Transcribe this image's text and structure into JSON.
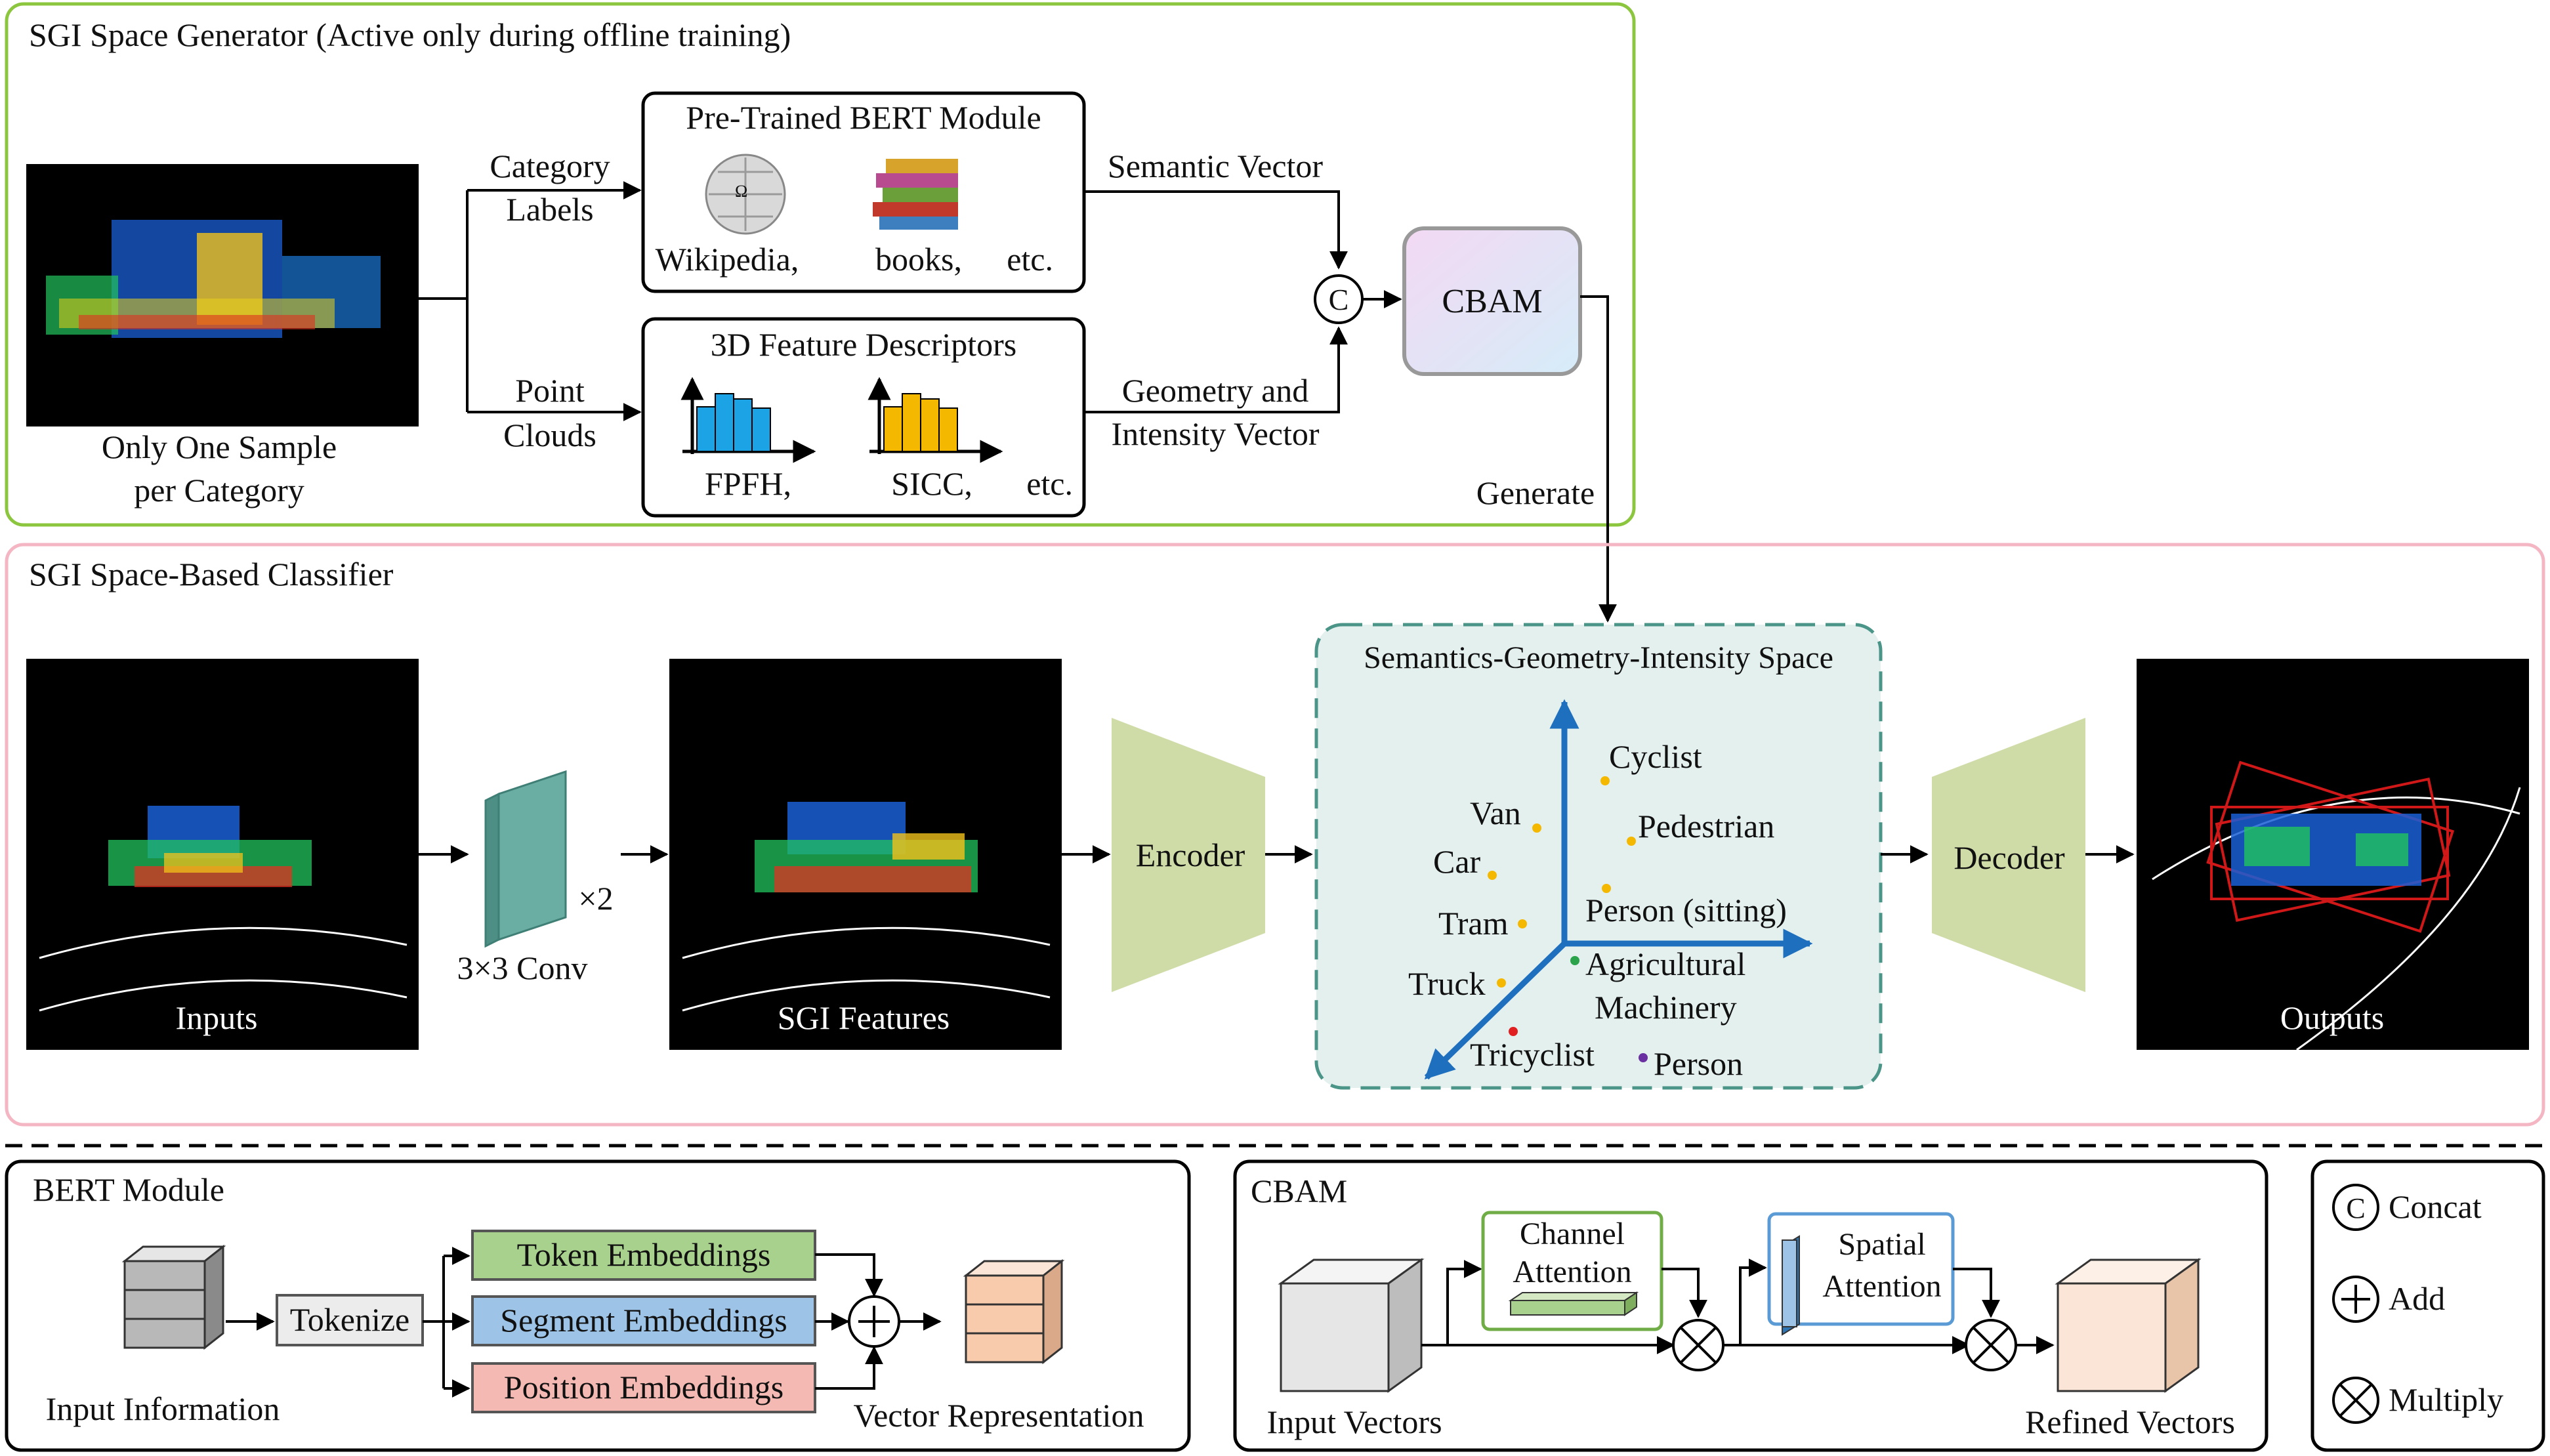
{
  "generator": {
    "title": "SGI Space Generator (Active only during offline training)",
    "sample_caption_1": "Only One Sample",
    "sample_caption_2": "per Category",
    "category_labels_1": "Category",
    "category_labels_2": "Labels",
    "point_clouds_1": "Point",
    "point_clouds_2": "Clouds",
    "bert_title": "Pre-Trained BERT Module",
    "wikipedia": "Wikipedia,",
    "books": "books,",
    "etc": "etc.",
    "desc_title": "3D Feature Descriptors",
    "fpfh": "FPFH,",
    "sicc": "SICC,",
    "semantic_vector": "Semantic Vector",
    "geometry_vector_1": "Geometry and",
    "geometry_vector_2": "Intensity Vector",
    "concat_symbol": "C",
    "cbam": "CBAM",
    "generate": "Generate",
    "colors": {
      "border": "#8cc63f",
      "cbam_grad_start": "#f3d9f3",
      "cbam_grad_end": "#d6ecf8",
      "hist_blue": "#1ca3e6",
      "hist_yellow": "#f5b800"
    }
  },
  "classifier": {
    "title": "SGI Space-Based Classifier",
    "inputs": "Inputs",
    "conv_label": "3×3 Conv",
    "times_two": "×2",
    "sgi_features": "SGI Features",
    "encoder": "Encoder",
    "space_title": "Semantics-Geometry-Intensity Space",
    "decoder": "Decoder",
    "outputs": "Outputs",
    "classes": {
      "cyclist": "Cyclist",
      "van": "Van",
      "pedestrian": "Pedestrian",
      "car": "Car",
      "person_sitting": "Person (sitting)",
      "tram": "Tram",
      "agri_1": "Agricultural",
      "agri_2": "Machinery",
      "truck": "Truck",
      "tricyclist": "Tricyclist",
      "person": "Person"
    },
    "colors": {
      "border": "#f4b6c2",
      "space_fill": "#e3f0ee",
      "space_border": "#4a9488",
      "axis": "#1f6fbf",
      "trapezoid": "#cfdca8",
      "conv": "#6aaea3"
    }
  },
  "bert_module": {
    "title": "BERT Module",
    "tokenize": "Tokenize",
    "token": "Token Embeddings",
    "segment": "Segment Embeddings",
    "position": "Position Embeddings",
    "input_info": "Input Information",
    "vector_rep": "Vector Representation",
    "colors": {
      "token": "#a9d18e",
      "segment": "#9dc3e6",
      "position": "#f4b9b2"
    }
  },
  "cbam_module": {
    "title": "CBAM",
    "channel_1": "Channel",
    "channel_2": "Attention",
    "spatial_1": "Spatial",
    "spatial_2": "Attention",
    "input_vectors": "Input Vectors",
    "refined_vectors": "Refined Vectors"
  },
  "legend": {
    "concat_symbol": "C",
    "concat": "Concat",
    "add": "Add",
    "multiply": "Multiply"
  }
}
